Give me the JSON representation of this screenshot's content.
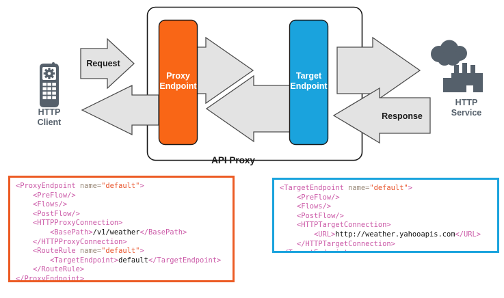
{
  "diagram": {
    "title": "API Proxy",
    "colors": {
      "proxy_endpoint_fill": "#f96616",
      "target_endpoint_fill": "#1aa3dd",
      "arrow_fill": "#e3e3e3",
      "arrow_stroke": "#4d4d4d",
      "node_icon": "#55606b",
      "proxy_code_border": "#ec5b24",
      "target_code_border": "#1aa3dd",
      "xml_tag": "#cb59a7",
      "xml_attr": "#9a8a7a",
      "xml_value": "#e8552d",
      "xml_text": "#111111"
    },
    "client": {
      "icon": "mobile-phone-icon",
      "label_line1": "HTTP",
      "label_line2": "Client"
    },
    "service": {
      "icon": "factory-cloud-icon",
      "label_line1": "HTTP",
      "label_line2": "Service"
    },
    "proxy_endpoint": {
      "label_line1": "Proxy",
      "label_line2": "Endpoint"
    },
    "target_endpoint": {
      "label_line1": "Target",
      "label_line2": "Endpoint"
    },
    "arrows": {
      "request_label": "Request",
      "response_label": "Response"
    }
  },
  "proxy_code": {
    "lines": [
      [
        {
          "t": "tag",
          "s": "<ProxyEndpoint "
        },
        {
          "t": "attr",
          "s": "name="
        },
        {
          "t": "val",
          "s": "\"default\""
        },
        {
          "t": "tag",
          "s": ">"
        }
      ],
      [
        {
          "t": "txt",
          "s": "    "
        },
        {
          "t": "tag",
          "s": "<PreFlow/>"
        }
      ],
      [
        {
          "t": "txt",
          "s": "    "
        },
        {
          "t": "tag",
          "s": "<Flows/>"
        }
      ],
      [
        {
          "t": "txt",
          "s": "    "
        },
        {
          "t": "tag",
          "s": "<PostFlow/>"
        }
      ],
      [
        {
          "t": "txt",
          "s": "    "
        },
        {
          "t": "tag",
          "s": "<HTTPProxyConnection>"
        }
      ],
      [
        {
          "t": "txt",
          "s": "        "
        },
        {
          "t": "tag",
          "s": "<BasePath>"
        },
        {
          "t": "txt",
          "s": "/v1/weather"
        },
        {
          "t": "tag",
          "s": "</BasePath>"
        }
      ],
      [
        {
          "t": "txt",
          "s": "    "
        },
        {
          "t": "tag",
          "s": "</HTTPProxyConnection>"
        }
      ],
      [
        {
          "t": "txt",
          "s": "    "
        },
        {
          "t": "tag",
          "s": "<RouteRule "
        },
        {
          "t": "attr",
          "s": "name="
        },
        {
          "t": "val",
          "s": "\"default\""
        },
        {
          "t": "tag",
          "s": ">"
        }
      ],
      [
        {
          "t": "txt",
          "s": "        "
        },
        {
          "t": "tag",
          "s": "<TargetEndpoint>"
        },
        {
          "t": "txt",
          "s": "default"
        },
        {
          "t": "tag",
          "s": "</TargetEndpoint>"
        }
      ],
      [
        {
          "t": "txt",
          "s": "    "
        },
        {
          "t": "tag",
          "s": "</RouteRule>"
        }
      ],
      [
        {
          "t": "tag",
          "s": "</ProxyEndpoint>"
        }
      ]
    ]
  },
  "target_code": {
    "lines": [
      [
        {
          "t": "tag",
          "s": "<TargetEndpoint "
        },
        {
          "t": "attr",
          "s": "name="
        },
        {
          "t": "val",
          "s": "\"default\""
        },
        {
          "t": "tag",
          "s": ">"
        }
      ],
      [
        {
          "t": "txt",
          "s": "    "
        },
        {
          "t": "tag",
          "s": "<PreFlow/>"
        }
      ],
      [
        {
          "t": "txt",
          "s": "    "
        },
        {
          "t": "tag",
          "s": "<Flows/>"
        }
      ],
      [
        {
          "t": "txt",
          "s": "    "
        },
        {
          "t": "tag",
          "s": "<PostFlow/>"
        }
      ],
      [
        {
          "t": "txt",
          "s": "    "
        },
        {
          "t": "tag",
          "s": "<HTTPTargetConnection>"
        }
      ],
      [
        {
          "t": "txt",
          "s": "        "
        },
        {
          "t": "tag",
          "s": "<URL>"
        },
        {
          "t": "txt",
          "s": "http://weather.yahooapis.com"
        },
        {
          "t": "tag",
          "s": "</URL>"
        }
      ],
      [
        {
          "t": "txt",
          "s": "    "
        },
        {
          "t": "tag",
          "s": "</HTTPTargetConnection>"
        }
      ],
      [
        {
          "t": "tag",
          "s": "</TargetEndpoint>"
        }
      ]
    ]
  }
}
